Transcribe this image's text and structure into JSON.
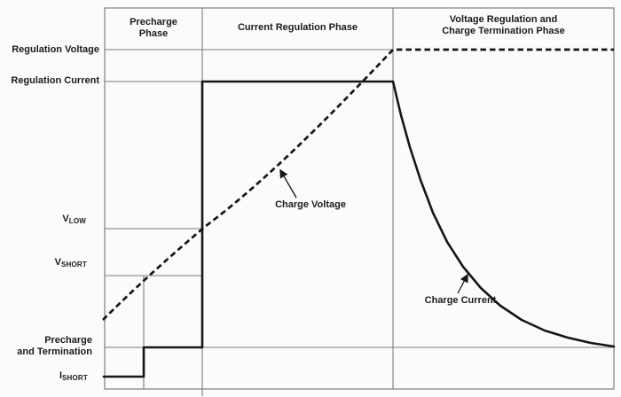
{
  "colors": {
    "background": "#fbfbfb",
    "reference_line": "#7e7e7e",
    "curve": "#161616",
    "text": "#1b1b1b"
  },
  "phase_headers": {
    "phase1_line1": "Precharge",
    "phase1_line2": "Phase",
    "phase2_line1": "Current Regulation Phase",
    "phase3_line1": "Voltage Regulation and",
    "phase3_line2": "Charge Termination Phase"
  },
  "axis_labels": {
    "regulation_voltage": "Regulation Voltage",
    "regulation_current": "Regulation Current",
    "v_low_base": "V",
    "v_low_sub": "LOW",
    "v_short_base": "V",
    "v_short_sub": "SHORT",
    "precharge_line1": "Precharge",
    "precharge_line2": "and Termination",
    "i_short_base": "I",
    "i_short_sub": "SHORT"
  },
  "annotations": {
    "charge_voltage": "Charge Voltage",
    "charge_current": "Charge Current"
  },
  "chart_data": {
    "type": "line",
    "title": "",
    "xlabel": "",
    "ylabel": "",
    "x_axis": "time (unlabeled, no tick values shown)",
    "grid": false,
    "phases": [
      {
        "label": "Precharge Phase",
        "x_fraction_start": 0.0,
        "x_fraction_end": 0.19
      },
      {
        "label": "Current Regulation Phase",
        "x_fraction_start": 0.19,
        "x_fraction_end": 0.565
      },
      {
        "label": "Voltage Regulation and Charge Termination Phase",
        "x_fraction_start": 0.565,
        "x_fraction_end": 1.0
      }
    ],
    "y_reference_levels": [
      "Regulation Voltage",
      "Regulation Current",
      "V_LOW",
      "V_SHORT",
      "Precharge and Termination",
      "I_SHORT"
    ],
    "series": [
      {
        "name": "Charge Voltage",
        "line_style": "dashed",
        "points": [
          {
            "x_fraction": 0.0,
            "level": "below V_SHORT"
          },
          {
            "x_fraction": 0.075,
            "level": "V_SHORT"
          },
          {
            "x_fraction": 0.19,
            "level": "V_LOW"
          },
          {
            "x_fraction": 0.565,
            "level": "Regulation Voltage"
          },
          {
            "x_fraction": 1.0,
            "level": "Regulation Voltage (constant)"
          }
        ],
        "description": "Rises monotonically through V_SHORT and V_LOW, reaches Regulation Voltage at the start of the voltage regulation phase, then stays constant."
      },
      {
        "name": "Charge Current",
        "line_style": "solid",
        "segments": [
          {
            "x_fraction_start": 0.0,
            "x_fraction_end": 0.075,
            "level": "I_SHORT"
          },
          {
            "x_fraction_start": 0.075,
            "x_fraction_end": 0.19,
            "level": "Precharge and Termination"
          },
          {
            "x_fraction_start": 0.19,
            "x_fraction_end": 0.565,
            "level": "Regulation Current"
          },
          {
            "x_fraction_start": 0.565,
            "x_fraction_end": 1.0,
            "level": "exponential decay from Regulation Current toward Precharge and Termination"
          }
        ],
        "description": "Steps from I_SHORT to the precharge level, steps up to Regulation Current during the current regulation phase, then decays exponentially to the termination level."
      }
    ],
    "legend_position": "none (inline arrow annotations: Charge Voltage, Charge Current)"
  }
}
